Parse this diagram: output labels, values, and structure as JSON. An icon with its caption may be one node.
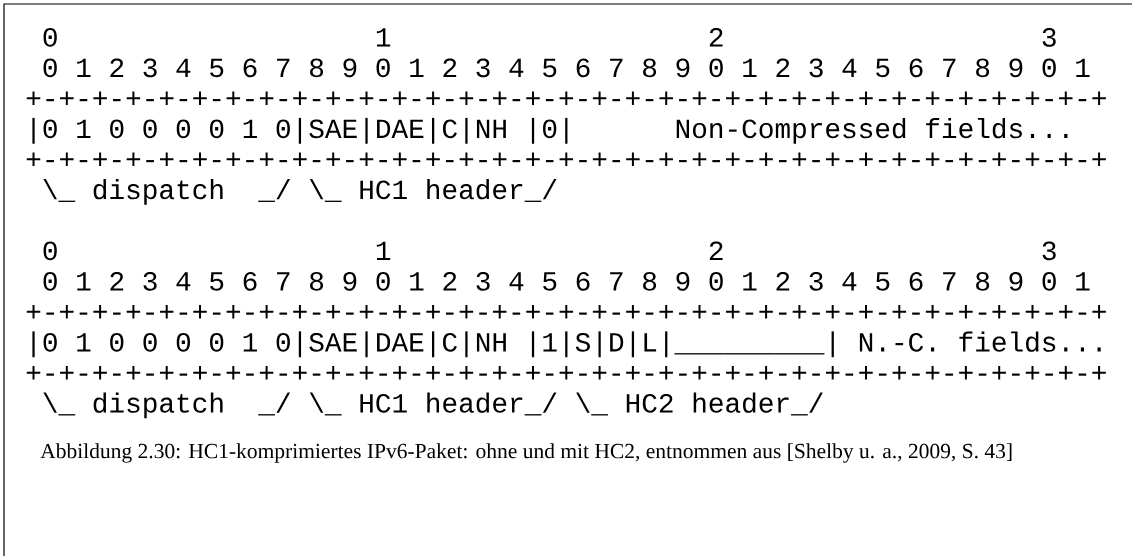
{
  "diagram": {
    "caption": "Abbildung 2.30: HC1-komprimiertes IPv6-Paket: ohne und mit HC2, entnommen aus [Shelby u. a., 2009, S. 43]",
    "labels": [
      "0",
      "1",
      "2",
      "3",
      "0 1 2 3 4 5 6 7 8 9 0 1 2 3 4 5 6 7 8 9 0 1 2 3 4 5 6 7 8 9 0 1",
      "+-+-+-+-+-+-+-+-+-+-+-+-+-+-+-+-+-+-+-+-+-+-+-+-+-+-+-+-+-+-+-+-+",
      "|0 1 0 0 0 0 1 0|SAE|DAE|C|NH |0|",
      "Non-Compressed fields...",
      "+-+-+-+-+-+-+-+-+-+-+-+-+-+-+-+-+-+-+-+-+-+-+-+-+-+-+-+-+-+-+-+-+",
      "\\_ dispatch",
      "_/ \\_ HC1 header_/",
      "0",
      "1",
      "2",
      "3",
      "0 1 2 3 4 5 6 7 8 9 0 1 2 3 4 5 6 7 8 9 0 1 2 3 4 5 6 7 8 9 0 1",
      "+-+-+-+-+-+-+-+-+-+-+-+-+-+-+-+-+-+-+-+-+-+-+-+-+-+-+-+-+-+-+-+-+",
      "|0 1 0 0 0 0 1 0|SAE|DAE|C|NH |1|S|D|L|_________| N.-C. fields...",
      "+-+-+-+-+-+-+-+-+-+-+-+-+-+-+-+-+-+-+-+-+-+-+-+-+-+-+-+-+-+-+-+-+",
      "\\_ dispatch",
      "_/ \\_ HC1 header_/ \\_ HC2 header_/"
    ]
  }
}
